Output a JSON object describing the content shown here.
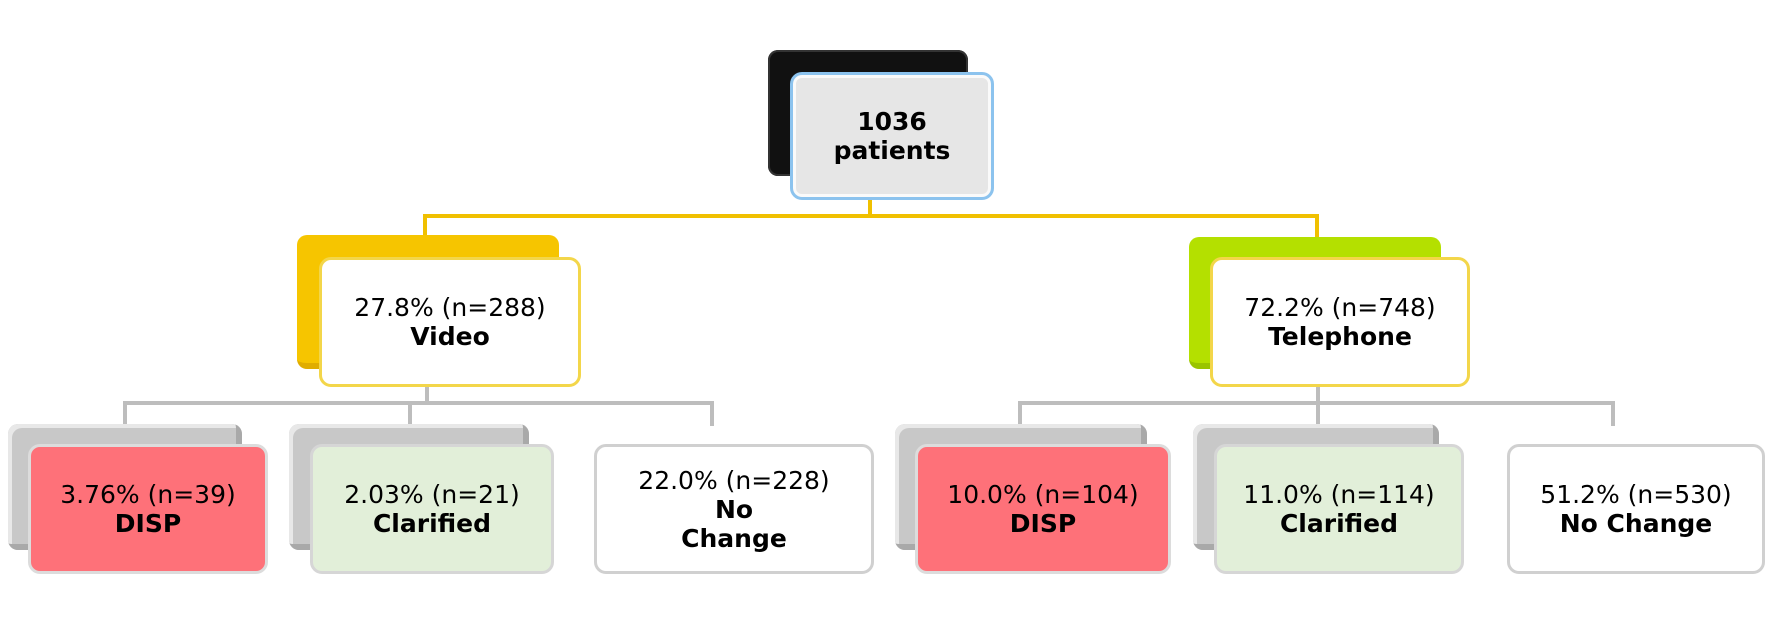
{
  "root": {
    "count": "1036",
    "label": "patients"
  },
  "video": {
    "stat": "27.8% (n=288)",
    "label": "Video",
    "children": {
      "disp": {
        "stat": "3.76% (n=39)",
        "label": "DISP"
      },
      "clarified": {
        "stat": "2.03% (n=21)",
        "label": "Clarified"
      },
      "no_change": {
        "stat": "22.0% (n=228)",
        "label_word1": "No",
        "label_word2": "Change"
      }
    }
  },
  "telephone": {
    "stat": "72.2% (n=748)",
    "label": "Telephone",
    "children": {
      "disp": {
        "stat": "10.0% (n=104)",
        "label": "DISP"
      },
      "clarified": {
        "stat": "11.0% (n=114)",
        "label": "Clarified"
      },
      "no_change": {
        "stat": "51.2% (n=530)",
        "label": "No Change"
      }
    }
  },
  "colors": {
    "connector_top": "#f0c000",
    "connector_bottom": "#bdbdbd",
    "disp_fill": "#fe7179",
    "clarified_fill": "#e2efd9",
    "video_accent": "#f6c500",
    "telephone_accent": "#b4e000"
  }
}
